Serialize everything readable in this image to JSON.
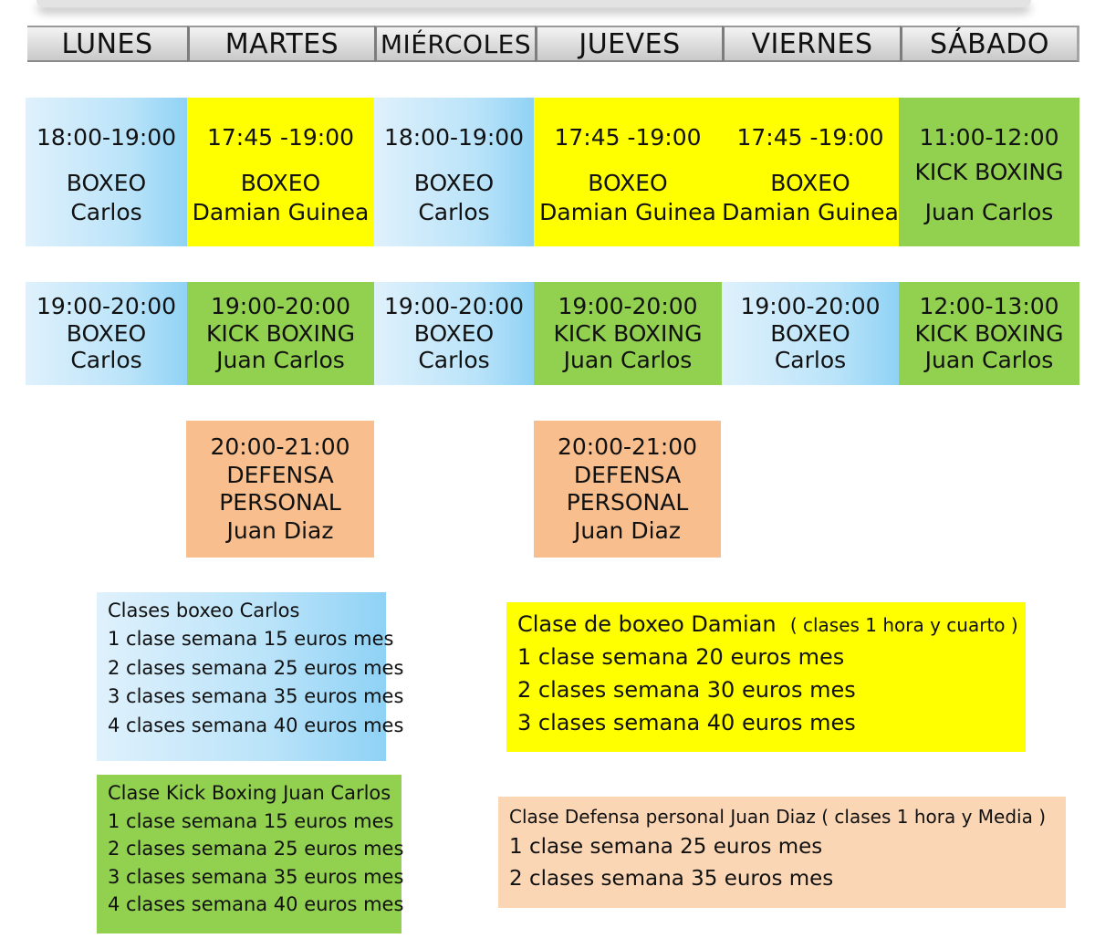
{
  "days": [
    "LUNES",
    "MARTES",
    "MIÉRCOLES",
    "JUEVES",
    "VIERNES",
    "SÁBADO"
  ],
  "row1": [
    {
      "time": "18:00-19:00",
      "class": "BOXEO",
      "instructor": "Carlos",
      "color": "#b9e3f9"
    },
    {
      "time": "17:45 -19:00",
      "class": "BOXEO",
      "instructor": "Damian Guinea",
      "color": "#ffff00"
    },
    {
      "time": "18:00-19:00",
      "class": "BOXEO",
      "instructor": "Carlos",
      "color": "#b9e3f9"
    },
    {
      "time": "17:45 -19:00",
      "class": "BOXEO",
      "instructor": "Damian Guinea",
      "color": "#ffff00"
    },
    {
      "time": "17:45 -19:00",
      "class": "BOXEO",
      "instructor": "Damian Guinea",
      "color": "#ffff00"
    },
    {
      "time": "11:00-12:00",
      "class": "KICK BOXING",
      "instructor": "Juan Carlos",
      "color": "#92d050"
    }
  ],
  "row2": [
    {
      "time": "19:00-20:00",
      "class": "BOXEO",
      "instructor": "Carlos",
      "color": "#b9e3f9"
    },
    {
      "time": "19:00-20:00",
      "class": "KICK BOXING",
      "instructor": "Juan Carlos",
      "color": "#92d050"
    },
    {
      "time": "19:00-20:00",
      "class": "BOXEO",
      "instructor": "Carlos",
      "color": "#b9e3f9"
    },
    {
      "time": "19:00-20:00",
      "class": "KICK BOXING",
      "instructor": "Juan Carlos",
      "color": "#92d050"
    },
    {
      "time": "19:00-20:00",
      "class": "BOXEO",
      "instructor": "Carlos",
      "color": "#b9e3f9"
    },
    {
      "time": "12:00-13:00",
      "class": "KICK BOXING",
      "instructor": "Juan Carlos",
      "color": "#92d050"
    }
  ],
  "row3": [
    {
      "day": "MARTES",
      "time": "20:00-21:00",
      "class_line1": "DEFENSA",
      "class_line2": "PERSONAL",
      "instructor": "Juan Diaz",
      "color": "#f8be8d"
    },
    {
      "day": "JUEVES",
      "time": "20:00-21:00",
      "class_line1": "DEFENSA",
      "class_line2": "PERSONAL",
      "instructor": "Juan Diaz",
      "color": "#f8be8d"
    }
  ],
  "prices": {
    "boxeo_carlos": {
      "title": "Clases boxeo Carlos",
      "lines": [
        "1 clase semana   15 euros mes",
        "2 clases semana 25 euros mes",
        "3 clases semana 35 euros mes",
        "4 clases semana 40 euros mes"
      ]
    },
    "kick_juan_carlos": {
      "title": "Clase Kick Boxing  Juan Carlos",
      "lines": [
        "1 clase semana   15 euros mes",
        "2 clases semana  25 euros mes",
        "3 clases semana  35 euros mes",
        "4 clases semana  40 euros mes"
      ]
    },
    "boxeo_damian": {
      "title": "Clase de boxeo Damian",
      "subtitle": "( clases 1 hora y cuarto )",
      "lines": [
        " 1 clase semana    20 euros mes",
        "2 clases semana    30 euros mes",
        "3 clases semana    40 euros mes"
      ]
    },
    "defensa_juan_diaz": {
      "title": "Clase Defensa personal Juan Diaz ( clases 1 hora y Media )",
      "lines": [
        "1 clase  semana 25 euros mes",
        "2 clases semana 35 euros  mes"
      ]
    }
  }
}
